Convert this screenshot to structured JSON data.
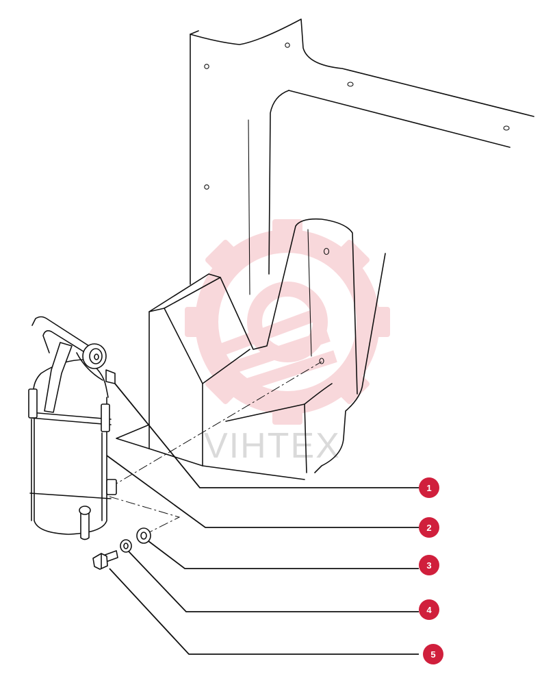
{
  "colors": {
    "callout_badge": "#d01f3c",
    "watermark": "#f4b9bf",
    "line_art": "#111111"
  },
  "watermark": {
    "text": "VIHTEX",
    "icon": "gear-icon"
  },
  "callouts": [
    {
      "number": "1",
      "part": "mounting-bracket"
    },
    {
      "number": "2",
      "part": "fuel-filter-assembly"
    },
    {
      "number": "3",
      "part": "washer"
    },
    {
      "number": "4",
      "part": "lock-washer"
    },
    {
      "number": "5",
      "part": "bolt"
    }
  ]
}
